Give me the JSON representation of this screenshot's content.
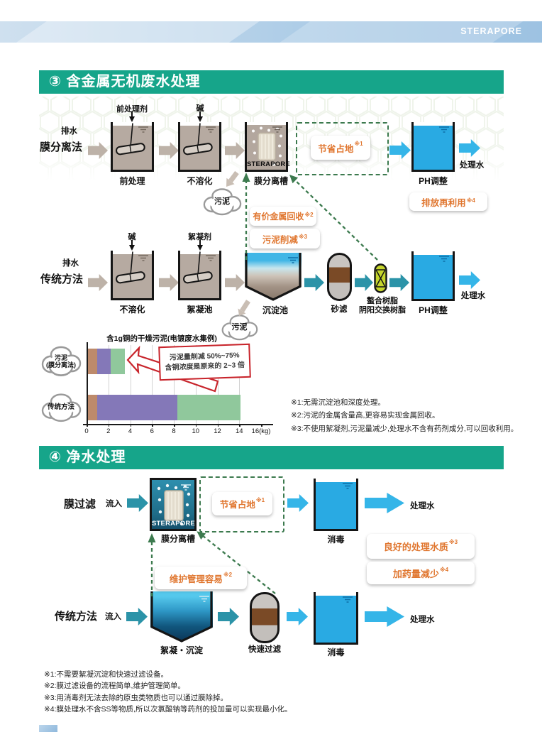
{
  "brand": {
    "logo": "STERAPORE"
  },
  "section3": {
    "title": "③ 含金属无机废水处理",
    "membrane_row": {
      "label": "膜分离法",
      "inflow": "排水",
      "chem1": "前处理剂",
      "tank1": "前处理",
      "chem2": "碱",
      "tank2": "不溶化",
      "module_logo": "STERAPORE",
      "tank3": "膜分离槽",
      "tank4": "PH调整",
      "outflow": "处理水",
      "badge_space": {
        "text": "节省占地",
        "ref": "※1"
      },
      "badge_reuse": {
        "text": "排放再利用",
        "ref": "※4"
      },
      "sludge": "污泥",
      "badge_metal": {
        "text": "有价金属回收",
        "ref": "※2"
      },
      "badge_sludge_cut": {
        "text": "污泥削减",
        "ref": "※3"
      }
    },
    "traditional_row": {
      "label": "传统方法",
      "inflow": "排水",
      "chem1": "碱",
      "tank1": "不溶化",
      "chem2": "絮凝剂",
      "tank2": "絮凝池",
      "tank3": "沉淀池",
      "filter": "砂滤",
      "resin_label1": "螯合树脂",
      "resin_label2": "阴阳交换树脂",
      "tank4": "PH调整",
      "outflow": "处理水",
      "sludge": "污泥"
    },
    "notes": [
      "※1:无需沉淀池和深度处理。",
      "※2:污泥的金属含量高,更容易实现金属回收。",
      "※3:不使用絮凝剂,污泥量减少,处理水不含有药剂成分,可以回收利用。"
    ]
  },
  "chart_data": {
    "type": "stacked-bar-horizontal",
    "title": "含1g铜的干燥污泥(电镀废水集例)",
    "categories": [
      "污泥(膜分离法)",
      "传统方法"
    ],
    "series": [
      {
        "name": "segment-brown",
        "color": "#bd8a6b",
        "values": [
          0.9,
          0.9
        ]
      },
      {
        "name": "segment-purple",
        "color": "#8478b8",
        "values": [
          1.2,
          7.3
        ]
      },
      {
        "name": "segment-green",
        "color": "#90c89c",
        "values": [
          1.3,
          5.8
        ]
      }
    ],
    "xticks": [
      0,
      2,
      4,
      6,
      8,
      10,
      12,
      14,
      16
    ],
    "x_unit": "(kg)",
    "xlim": [
      0,
      16
    ],
    "grid": true,
    "cat1_line1": "污泥",
    "cat1_line2": "(膜分离法)",
    "cat2": "传统方法",
    "annotation_line1": "污泥量削减 50%~75%",
    "annotation_line2": "含铜浓度是原来的 2~3 倍"
  },
  "section4": {
    "title": "④ 净水处理",
    "membrane_row": {
      "label": "膜过滤",
      "inflow": "流入",
      "module_logo": "STERAPORE",
      "tank1": "膜分离槽",
      "tank2": "消毒",
      "outflow": "处理水",
      "badge_space": {
        "text": "节省占地",
        "ref": "※1"
      },
      "badge_quality": {
        "text": "良好的处理水质",
        "ref": "※3"
      },
      "badge_dose": {
        "text": "加药量减少",
        "ref": "※4"
      },
      "badge_maint": {
        "text": "维护管理容易",
        "ref": "※2"
      }
    },
    "traditional_row": {
      "label": "传统方法",
      "inflow": "流入",
      "tank1": "絮凝・沉淀",
      "filter": "快速过滤",
      "tank2": "消毒",
      "outflow": "处理水"
    },
    "notes": [
      "※1:不需要絮凝沉淀和快速过滤设备。",
      "※2:膜过滤设备的流程简单,维护管理简单。",
      "※3:用消毒剂无法去除的原虫类物质也可以通过膜除掉。",
      "※4:膜处理水不含SS等物质,所以次氯酸钠等药剂的投加量可以实现最小化。"
    ]
  },
  "colors": {
    "header_green": "#16a58a",
    "water_blue": "#29aae3",
    "arrow_taupe": "#bdb2a8",
    "arrow_teal": "#2b93a8",
    "arrow_blue": "#35b5e8",
    "dashed_green": "#3c7a4e",
    "badge_orange": "#e0762f",
    "annotation_red": "#c8242b"
  }
}
